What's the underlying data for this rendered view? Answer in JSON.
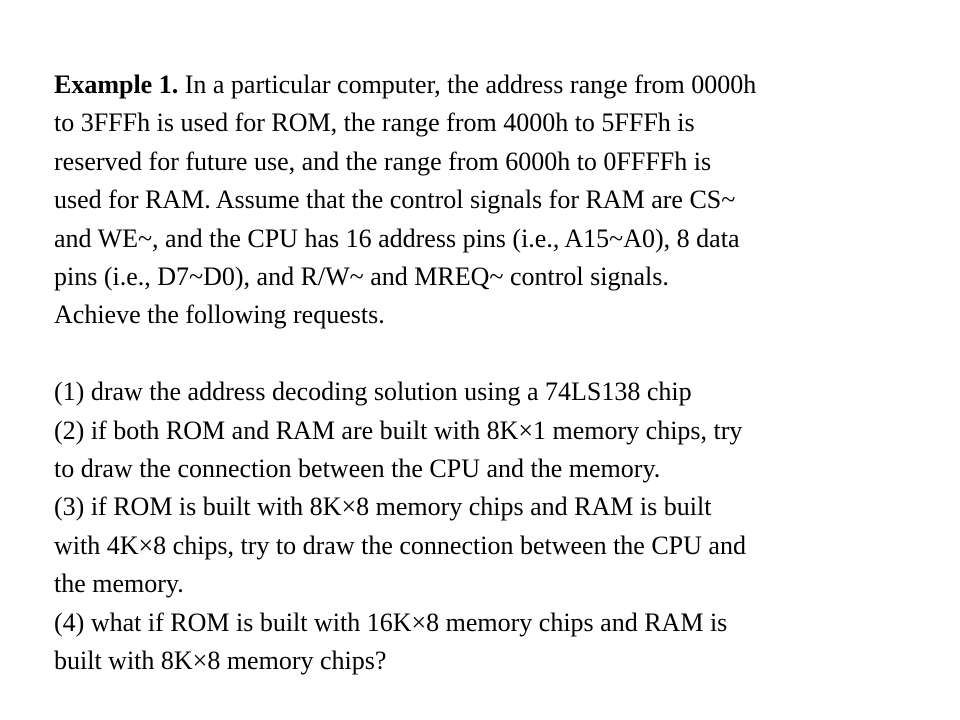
{
  "example": {
    "heading": "Example 1.",
    "intro_lines": [
      "In a particular computer, the address range from 0000h",
      "to 3FFFh is used for ROM, the range from 4000h to 5FFFh is",
      "reserved for future use, and the range from 6000h to 0FFFFh is",
      "used for RAM. Assume that the control signals for RAM are CS~",
      "and WE~, and the CPU has 16 address pins (i.e., A15~A0), 8 data",
      "pins (i.e., D7~D0), and R/W~ and MREQ~ control signals.",
      "Achieve the following requests."
    ],
    "task_lines": [
      "(1) draw the address decoding solution using a 74LS138 chip",
      "(2) if both ROM and RAM are built with 8K×1 memory chips, try",
      "to draw the connection between the CPU and the memory.",
      "(3) if ROM is built with 8K×8 memory chips and RAM is built",
      "with 4K×8 chips, try to draw the connection between the CPU and",
      "the memory.",
      "(4) what if ROM is built with 16K×8 memory chips and RAM is",
      "built with 8K×8 memory chips?"
    ]
  }
}
